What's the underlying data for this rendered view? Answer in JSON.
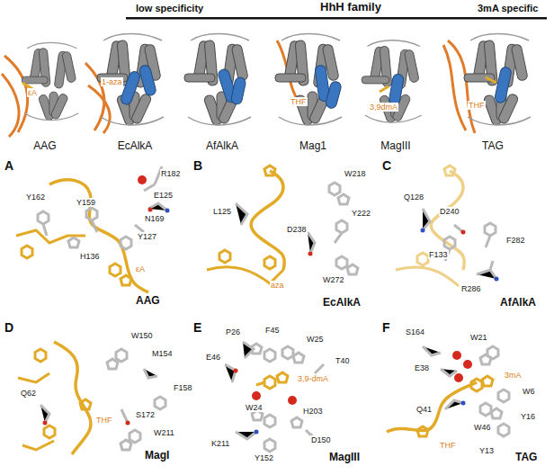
{
  "diagram": {
    "labels": [
      "low specificity",
      "HhH family",
      "3mA specific",
      "εA",
      "1-aza",
      "THF",
      "3,9dmA",
      "THF",
      "AAG",
      "EcAlkA",
      "AfAlkA",
      "Mag1",
      "MagIII",
      "TAG",
      "A",
      "R182",
      "E125",
      "Y162",
      "Y159",
      "N169",
      "Y127",
      "H136",
      "εA",
      "AAG",
      "B",
      "W218",
      "Y222",
      "L125",
      "D238",
      "aza",
      "W272",
      "EcAlkA",
      "C",
      "Q128",
      "D240",
      "F282",
      "F133",
      "R286",
      "AfAlkA",
      "D",
      "W150",
      "M154",
      "F158",
      "Q62",
      "THF",
      "S172",
      "W211",
      "MagI",
      "E",
      "P26",
      "F45",
      "E46",
      "W25",
      "T40",
      "3,9-dmA",
      "W24",
      "H203",
      "K211",
      "D150",
      "Y152",
      "MagIII",
      "F",
      "S164",
      "W21",
      "3mA",
      "E38",
      "W6",
      "Q41",
      "Y16",
      "THF",
      "W46",
      "Y13",
      "TAG"
    ]
  }
}
